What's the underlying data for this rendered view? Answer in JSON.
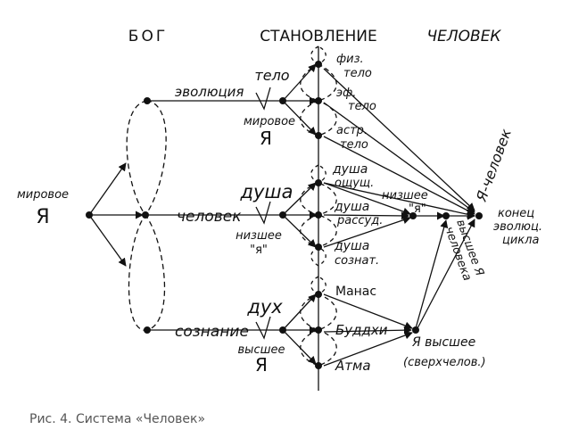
{
  "headers": {
    "god": "БОГ",
    "becoming": "СТАНОВЛЕНИЕ",
    "human": "ЧЕЛОВЕК"
  },
  "left": {
    "world_self_1": "мировое",
    "world_self_2": "Я"
  },
  "branches": {
    "top": "эволюция",
    "middle": "человек",
    "bottom": "сознание"
  },
  "stage_labels": {
    "body": "тело",
    "world_self_1": "мировое",
    "world_self_2": "Я",
    "soul": "душа",
    "lower_self_1": "низшее",
    "lower_self_2": "\"я\"",
    "spirit": "дух",
    "higher_self_1": "высшее",
    "higher_self_2": "Я"
  },
  "bodies": {
    "phys": [
      "физ.",
      "тело"
    ],
    "ether": [
      "эф.",
      "тело"
    ],
    "astral": [
      "астр.",
      "тело"
    ]
  },
  "souls": {
    "sentient": [
      "душа",
      "ощущ."
    ],
    "rational": [
      "душа",
      "рассуд."
    ],
    "conscious": [
      "душа",
      "сознат."
    ]
  },
  "spirits": {
    "manas": "Манас",
    "buddhi": "Буддхи",
    "atma": "Атма"
  },
  "nodes": {
    "lower_self_1": "низшее",
    "lower_self_2": "\"я\"",
    "higher_self_1": "Я высшее",
    "higher_self_2": "(сверхчелов.)"
  },
  "right": {
    "ya_human": "Я-человек",
    "higher_human_1": "высшее Я",
    "higher_human_2": "человека",
    "end_1": "конец",
    "end_2": "эволюц.",
    "end_3": "цикла"
  },
  "caption": "Рис. 4. Система «Человек»"
}
